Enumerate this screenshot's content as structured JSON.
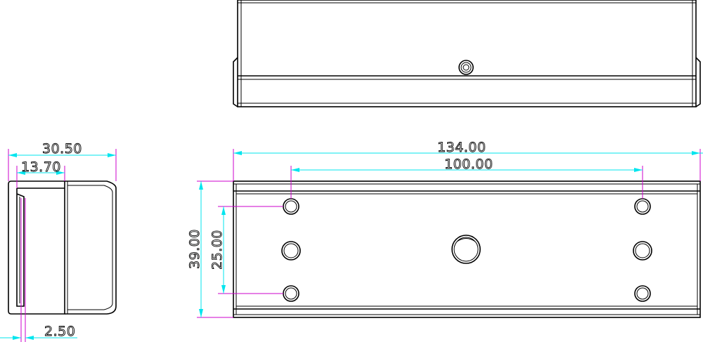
{
  "drawing": {
    "colors": {
      "outline": "#000000",
      "dimension_line": "#00e5ee",
      "extension_line": "#cc00cc",
      "background": "#ffffff"
    },
    "dimensions": {
      "overall_width": "30.50",
      "inner_width": "13.70",
      "plate_thickness": "2.50",
      "overall_length": "134.00",
      "hole_spacing": "100.00",
      "overall_height": "39.00",
      "hole_vertical_spacing": "25.00"
    }
  }
}
